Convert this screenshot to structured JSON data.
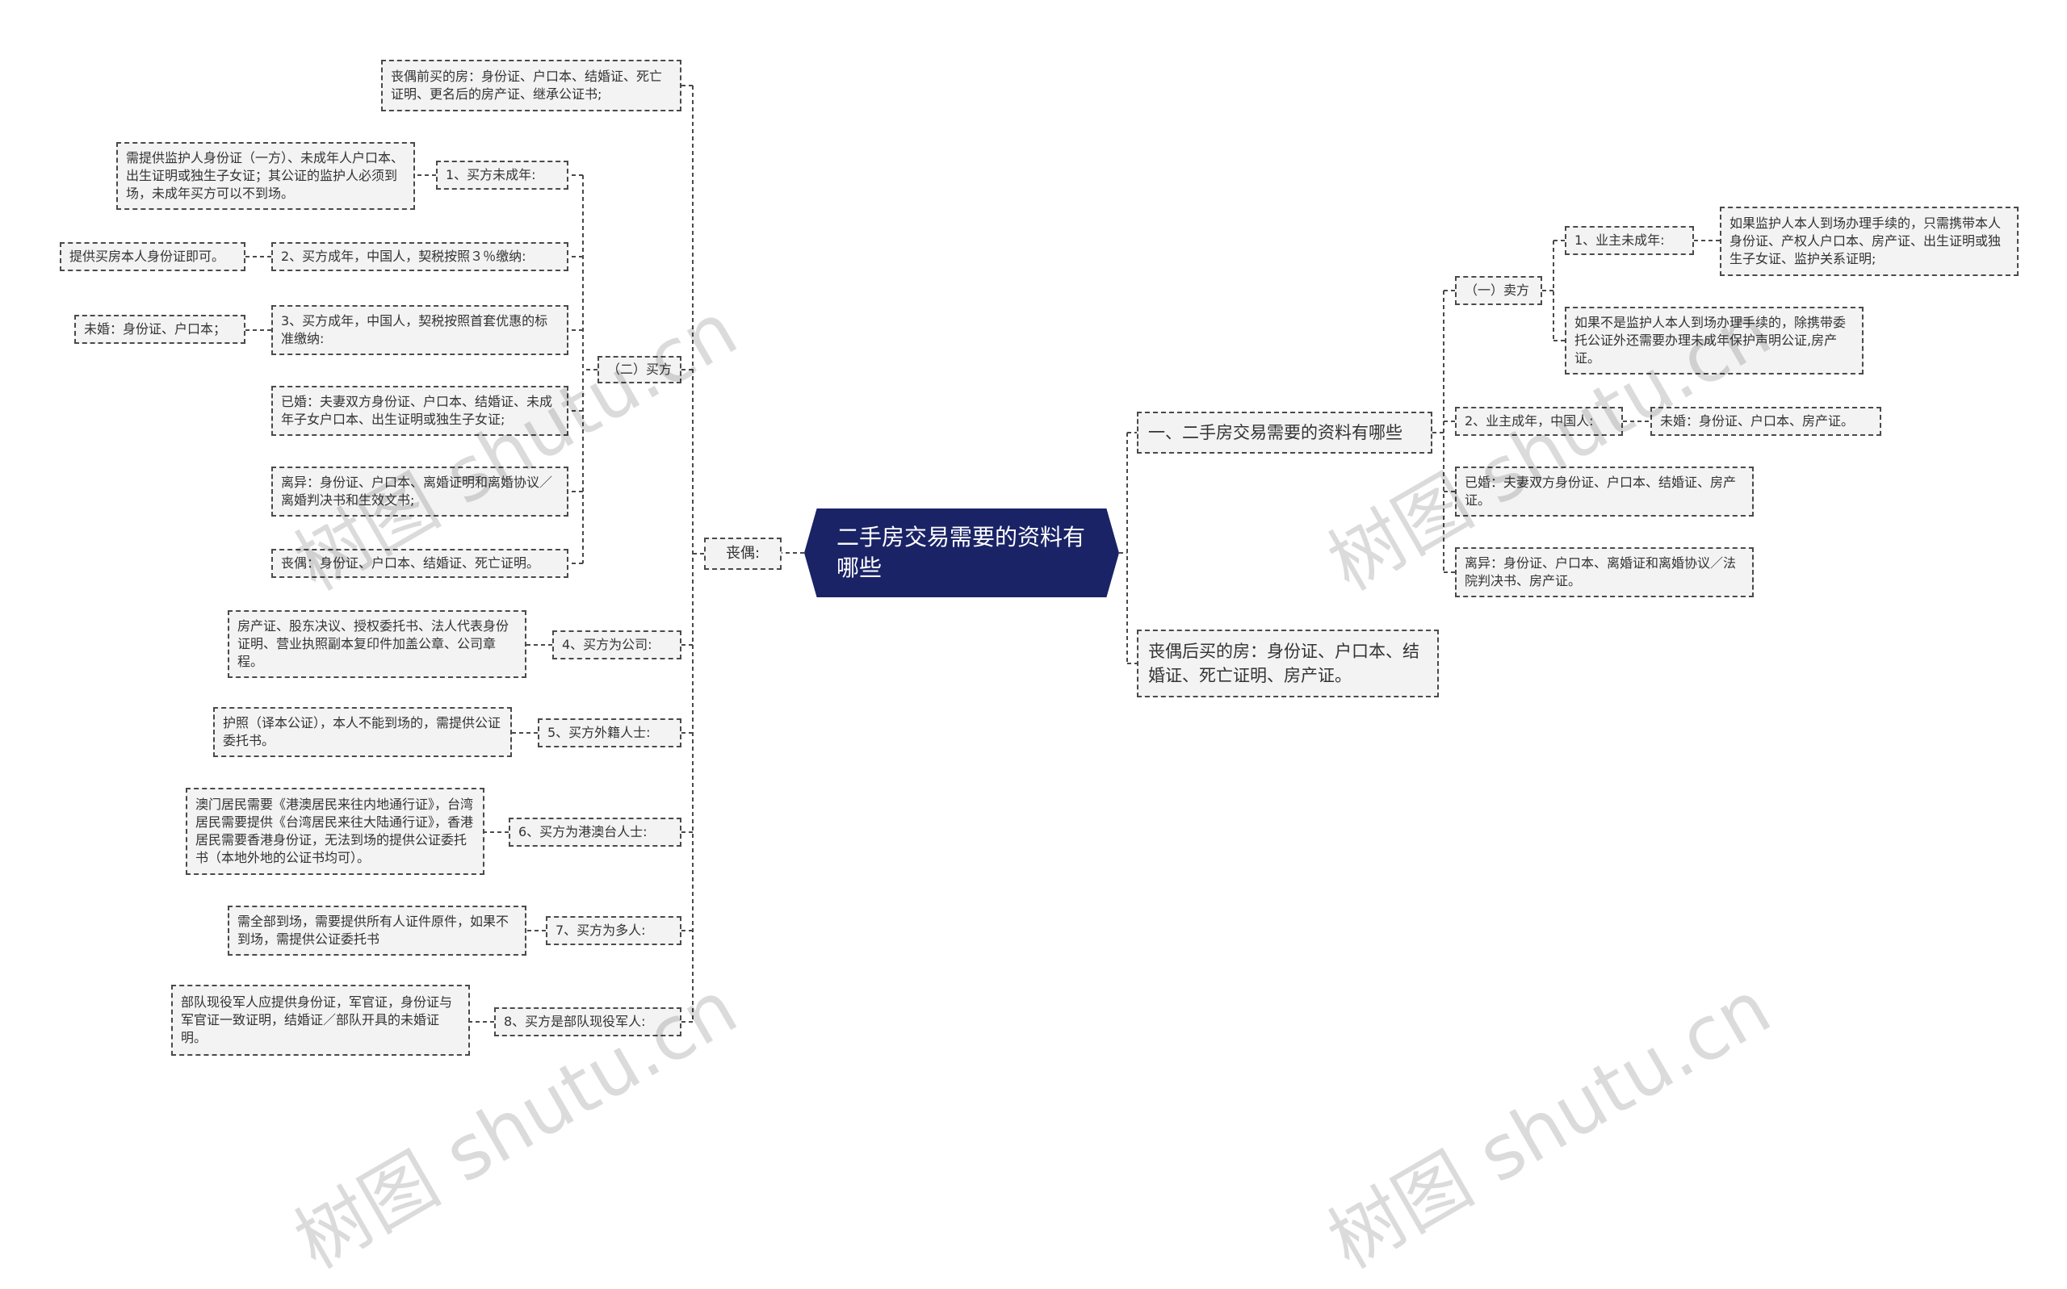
{
  "root": "二手房交易需要的资料有哪些",
  "left": {
    "hub": "丧偶:",
    "item0": "丧偶前买的房：身份证、户口本、结婚证、死亡证明、更名后的房产证、继承公证书;",
    "buyer": {
      "label": "（二）买方",
      "b1": {
        "label": "1、买方未成年:",
        "detail": "需提供监护人身份证（一方）、未成年人户口本、出生证明或独生子女证；其公证的监护人必须到场，未成年买方可以不到场。"
      },
      "b2": {
        "label": "2、买方成年，中国人，契税按照３％缴纳:",
        "detail": "提供买房本人身份证即可。"
      },
      "b3": {
        "label": "3、买方成年，中国人，契税按照首套优惠的标准缴纳:",
        "detail": "未婚：身份证、户口本；"
      },
      "b4": "已婚：夫妻双方身份证、户口本、结婚证、未成年子女户口本、出生证明或独生子女证;",
      "b5": "离异：身份证、户口本、离婚证明和离婚协议／离婚判决书和生效文书;",
      "b6": "丧偶：身份证、户口本、结婚证、死亡证明。"
    },
    "c4": {
      "label": "4、买方为公司:",
      "detail": "房产证、股东决议、授权委托书、法人代表身份证明、营业执照副本复印件加盖公章、公司章程。"
    },
    "c5": {
      "label": "5、买方外籍人士:",
      "detail": "护照（译本公证），本人不能到场的，需提供公证委托书。"
    },
    "c6": {
      "label": "6、买方为港澳台人士:",
      "detail": "澳门居民需要《港澳居民来往内地通行证》，台湾居民需要提供《台湾居民来往大陆通行证》，香港居民需要香港身份证，无法到场的提供公证委托书（本地外地的公证书均可）。"
    },
    "c7": {
      "label": "7、买方为多人:",
      "detail": "需全部到场，需要提供所有人证件原件，如果不到场，需提供公证委托书"
    },
    "c8": {
      "label": "8、买方是部队现役军人:",
      "detail": "部队现役军人应提供身份证，军官证，身份证与军官证一致证明，结婚证／部队开具的未婚证明。"
    }
  },
  "right": {
    "r1": {
      "label": "一、二手房交易需要的资料有哪些",
      "seller": {
        "label": "（一）卖方",
        "s1": {
          "label": "1、业主未成年:",
          "d1": "如果监护人本人到场办理手续的，只需携带本人身份证、产权人户口本、房产证、出生证明或独生子女证、监护关系证明;",
          "d2": "如果不是监护人本人到场办理手续的，除携带委托公证外还需要办理未成年保护声明公证,房产证。"
        },
        "s2": {
          "label": "2、业主成年，中国人:",
          "detail": "未婚：身份证、户口本、房产证。"
        },
        "s3": "已婚：夫妻双方身份证、户口本、结婚证、房产证。",
        "s4": "离异：身份证、户口本、离婚证和离婚协议／法院判决书、房产证。"
      }
    },
    "r2": "丧偶后买的房：身份证、户口本、结婚证、死亡证明、房产证。"
  },
  "watermark": "树图 shutu.cn"
}
